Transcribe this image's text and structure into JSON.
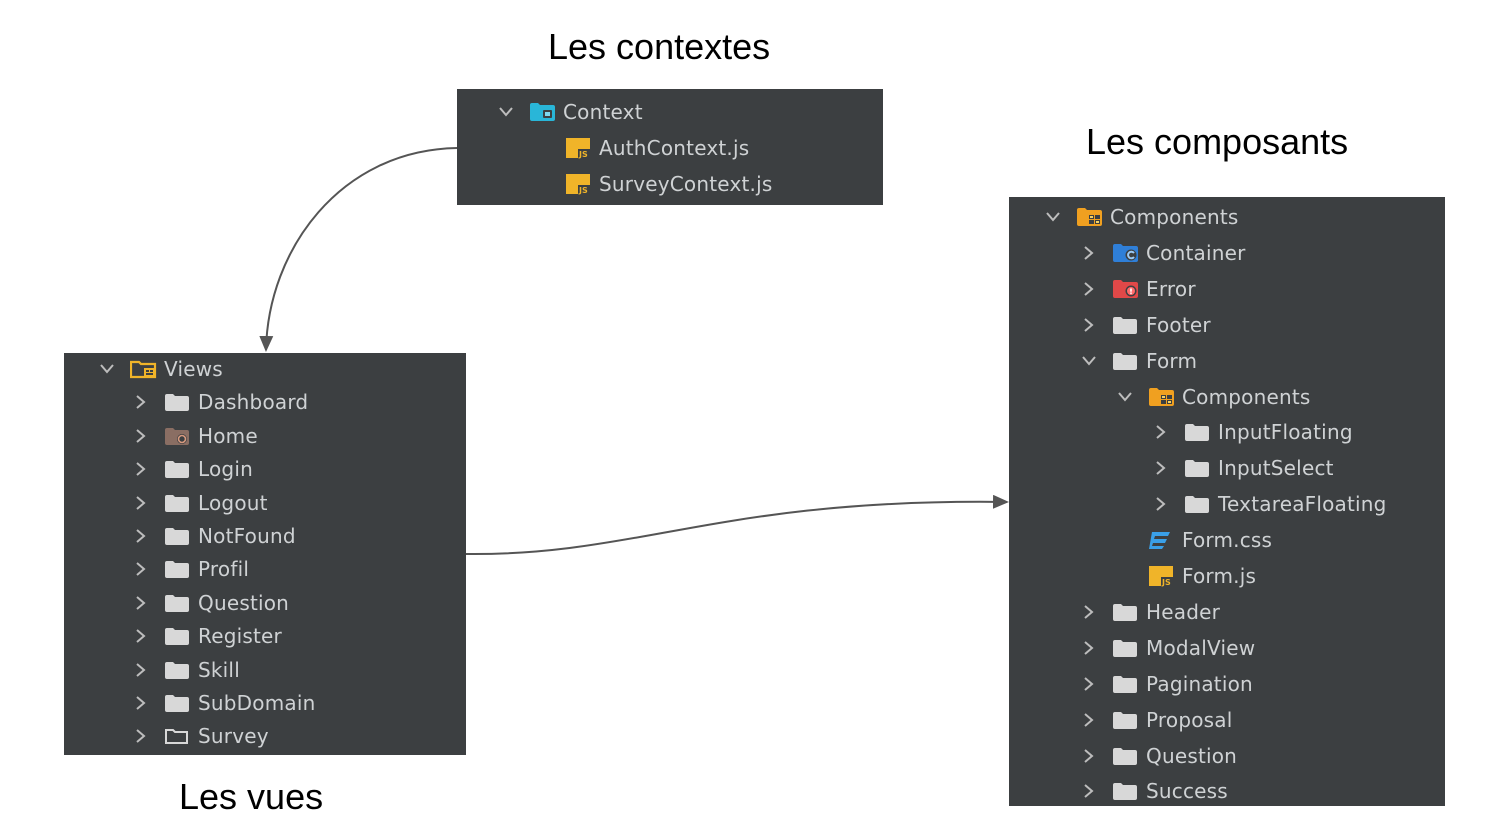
{
  "captions": {
    "contexts": "Les contextes",
    "views": "Les vues",
    "components": "Les composants"
  },
  "context_tree": [
    {
      "depth": 0,
      "expander": "expanded",
      "icon": "context-folder-icon",
      "label": "Context"
    },
    {
      "depth": 1,
      "expander": "none",
      "icon": "js-file-icon",
      "label": "AuthContext.js"
    },
    {
      "depth": 1,
      "expander": "none",
      "icon": "js-file-icon",
      "label": "SurveyContext.js"
    }
  ],
  "views_tree": [
    {
      "depth": 0,
      "expander": "expanded",
      "icon": "views-folder-icon",
      "label": "Views"
    },
    {
      "depth": 1,
      "expander": "collapsed",
      "icon": "folder-icon",
      "label": "Dashboard"
    },
    {
      "depth": 1,
      "expander": "collapsed",
      "icon": "home-folder-icon",
      "label": "Home"
    },
    {
      "depth": 1,
      "expander": "collapsed",
      "icon": "folder-icon",
      "label": "Login"
    },
    {
      "depth": 1,
      "expander": "collapsed",
      "icon": "folder-icon",
      "label": "Logout"
    },
    {
      "depth": 1,
      "expander": "collapsed",
      "icon": "folder-icon",
      "label": "NotFound"
    },
    {
      "depth": 1,
      "expander": "collapsed",
      "icon": "folder-icon",
      "label": "Profil"
    },
    {
      "depth": 1,
      "expander": "collapsed",
      "icon": "folder-icon",
      "label": "Question"
    },
    {
      "depth": 1,
      "expander": "collapsed",
      "icon": "folder-icon",
      "label": "Register"
    },
    {
      "depth": 1,
      "expander": "collapsed",
      "icon": "folder-icon",
      "label": "Skill"
    },
    {
      "depth": 1,
      "expander": "collapsed",
      "icon": "folder-icon",
      "label": "SubDomain"
    },
    {
      "depth": 1,
      "expander": "collapsed",
      "icon": "empty-folder-icon",
      "label": "Survey"
    }
  ],
  "components_tree": [
    {
      "depth": 0,
      "expander": "expanded",
      "icon": "components-folder-icon",
      "label": "Components"
    },
    {
      "depth": 1,
      "expander": "collapsed",
      "icon": "container-folder-icon",
      "label": "Container"
    },
    {
      "depth": 1,
      "expander": "collapsed",
      "icon": "error-folder-icon",
      "label": "Error"
    },
    {
      "depth": 1,
      "expander": "collapsed",
      "icon": "folder-icon",
      "label": "Footer"
    },
    {
      "depth": 1,
      "expander": "expanded",
      "icon": "folder-icon",
      "label": "Form"
    },
    {
      "depth": 2,
      "expander": "expanded",
      "icon": "components-folder-icon",
      "label": "Components"
    },
    {
      "depth": 3,
      "expander": "collapsed",
      "icon": "folder-icon",
      "label": "InputFloating"
    },
    {
      "depth": 3,
      "expander": "collapsed",
      "icon": "folder-icon",
      "label": "InputSelect"
    },
    {
      "depth": 3,
      "expander": "collapsed",
      "icon": "folder-icon",
      "label": "TextareaFloating"
    },
    {
      "depth": 2,
      "expander": "none",
      "icon": "css-file-icon",
      "label": "Form.css"
    },
    {
      "depth": 2,
      "expander": "none",
      "icon": "js-file-icon",
      "label": "Form.js"
    },
    {
      "depth": 1,
      "expander": "collapsed",
      "icon": "folder-icon",
      "label": "Header"
    },
    {
      "depth": 1,
      "expander": "collapsed",
      "icon": "folder-icon",
      "label": "ModalView"
    },
    {
      "depth": 1,
      "expander": "collapsed",
      "icon": "folder-icon",
      "label": "Pagination"
    },
    {
      "depth": 1,
      "expander": "collapsed",
      "icon": "folder-icon",
      "label": "Proposal"
    },
    {
      "depth": 1,
      "expander": "collapsed",
      "icon": "folder-icon",
      "label": "Question"
    },
    {
      "depth": 1,
      "expander": "collapsed",
      "icon": "folder-icon",
      "label": "Success"
    }
  ],
  "colors": {
    "panel_bg": "#3c3f41",
    "text": "#cfd2d4",
    "arrow": "#555555"
  }
}
